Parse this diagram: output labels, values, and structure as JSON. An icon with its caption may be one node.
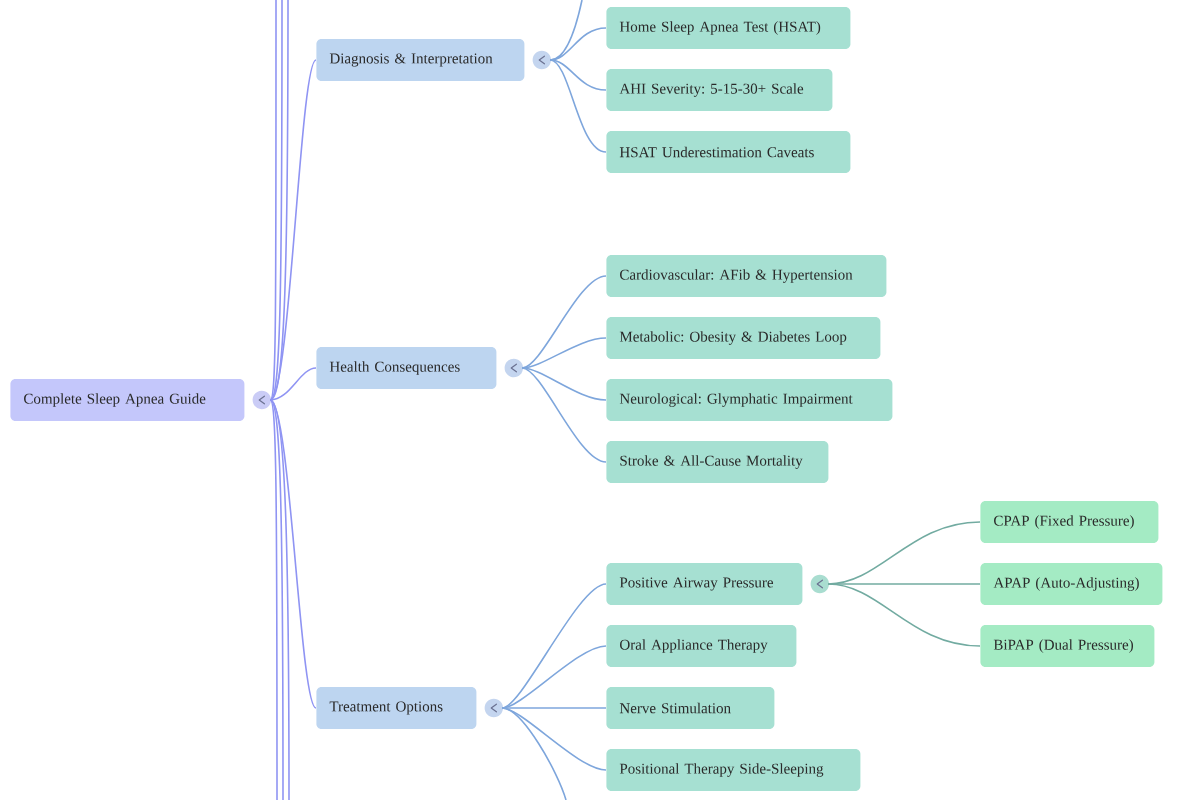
{
  "diagram": {
    "nodes": [
      {
        "text": [
          "Complete Sleep Apnea Guide"
        ]
      },
      {
        "text": [
          "Diagnosis & Interpretation"
        ]
      },
      {
        "text": [
          "Home Sleep Apnea Test (HSAT)"
        ]
      },
      {
        "text": [
          "AHI Severity: 5-15-30+ Scale"
        ]
      },
      {
        "text": [
          "HSAT Underestimation Caveats"
        ]
      },
      {
        "text": [
          "Health Consequences"
        ]
      },
      {
        "text": [
          "Cardiovascular: AFib & Hypertension"
        ]
      },
      {
        "text": [
          "Metabolic: Obesity & Diabetes Loop"
        ]
      },
      {
        "text": [
          "Neurological: Glymphatic Impairment"
        ]
      },
      {
        "text": [
          "Stroke & All-Cause Mortality"
        ]
      },
      {
        "text": [
          "Treatment Options"
        ]
      },
      {
        "text": [
          "Positive Airway Pressure"
        ]
      },
      {
        "text": [
          "CPAP (Fixed Pressure)"
        ]
      },
      {
        "text": [
          "APAP (Auto-Adjusting)"
        ]
      },
      {
        "text": [
          "BiPAP (Dual Pressure)"
        ]
      },
      {
        "text": [
          "Oral Appliance Therapy"
        ]
      },
      {
        "text": [
          "Nerve Stimulation"
        ]
      },
      {
        "text": [
          "Positional Therapy Side-Sleeping"
        ]
      }
    ],
    "edges": [
      {
        "from": 0,
        "to": 1,
        "arrow": "none",
        "color": "#8f94f3"
      },
      {
        "from": 0,
        "to": 5,
        "arrow": "none",
        "color": "#8f94f3"
      },
      {
        "from": 0,
        "to": 10,
        "arrow": "none",
        "color": "#8f94f3"
      },
      {
        "from": 0,
        "to": null,
        "arrow": "none",
        "color": "#8f94f3"
      },
      {
        "from": 0,
        "to": null,
        "arrow": "none",
        "color": "#8f94f3"
      },
      {
        "from": 0,
        "to": null,
        "arrow": "none",
        "color": "#8f94f3"
      },
      {
        "from": 0,
        "to": null,
        "arrow": "none",
        "color": "#8f94f3"
      },
      {
        "from": 0,
        "to": null,
        "arrow": "none",
        "color": "#8f94f3"
      },
      {
        "from": 0,
        "to": null,
        "arrow": "none",
        "color": "#8f94f3"
      },
      {
        "from": 1,
        "to": null,
        "arrow": "none"
      },
      {
        "from": 1,
        "to": 2,
        "arrow": "none"
      },
      {
        "from": 1,
        "to": 3,
        "arrow": "none"
      },
      {
        "from": 1,
        "to": 4,
        "arrow": "none"
      },
      {
        "from": 5,
        "to": 6,
        "arrow": "none"
      },
      {
        "from": 5,
        "to": 7,
        "arrow": "none"
      },
      {
        "from": 5,
        "to": 8,
        "arrow": "none"
      },
      {
        "from": 5,
        "to": 9,
        "arrow": "none"
      },
      {
        "from": 10,
        "to": 11,
        "arrow": "none"
      },
      {
        "from": 10,
        "to": 15,
        "arrow": "none"
      },
      {
        "from": 10,
        "to": 16,
        "arrow": "none"
      },
      {
        "from": 10,
        "to": 17,
        "arrow": "none"
      },
      {
        "from": 10,
        "to": null,
        "arrow": "none"
      },
      {
        "from": 11,
        "to": 12,
        "arrow": "none",
        "color": "#72aba1"
      },
      {
        "from": 11,
        "to": 13,
        "arrow": "none",
        "color": "#72aba1"
      },
      {
        "from": 11,
        "to": 14,
        "arrow": "none",
        "color": "#72aba1"
      }
    ]
  }
}
